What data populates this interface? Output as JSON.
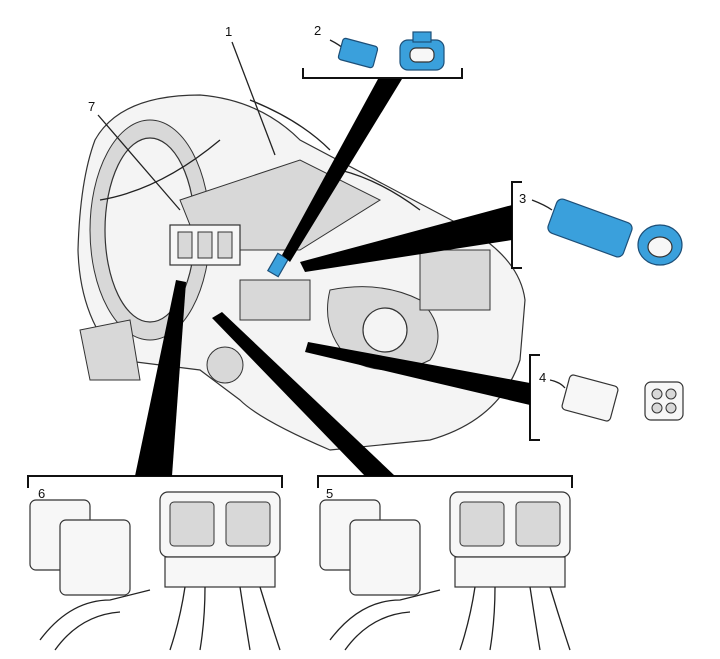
{
  "callouts": {
    "c1": "1",
    "c2": "2",
    "c3": "3",
    "c4": "4",
    "c5": "5",
    "c6": "6",
    "c7": "7"
  },
  "colors": {
    "connector_blue": "#3aa0dc",
    "line": "#111111"
  }
}
